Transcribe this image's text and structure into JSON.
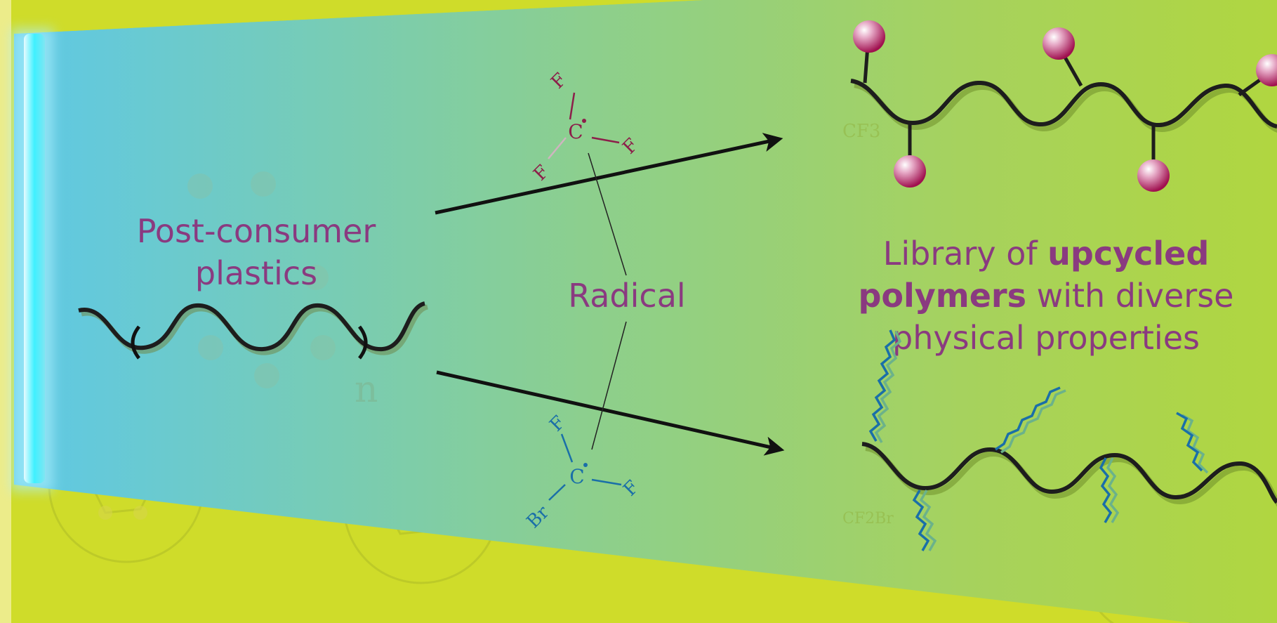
{
  "labels": {
    "source": [
      "Post-consumer",
      "plastics"
    ],
    "process": "Radical",
    "result_line1_normal": "Library of ",
    "result_line1_bold": "upcycled",
    "result_line2_bold": "polymers",
    "result_line2_normal": " with diverse",
    "result_line3": "physical properties"
  },
  "radical_cf3": {
    "center": "C",
    "substituents": [
      "F",
      "F",
      "F"
    ]
  },
  "radical_cf2br": {
    "center": "C",
    "substituents": [
      "F",
      "F",
      "Br"
    ]
  },
  "polymer_repeat": {
    "subscript": "n"
  },
  "background_marks": [
    "n",
    "CF3",
    "CF2Br"
  ],
  "colors": {
    "label": "#8a3a80",
    "cf3_atoms": "#8c1f4a",
    "cf2br_atoms": "#1a6fa8",
    "background": "#cfdc2a",
    "beam_start": "#5ec8e6",
    "beam_end": "#a8d25a",
    "bead": "#b0105a",
    "side_chain_blue": "#1a6fa8",
    "side_chain_green": "#6bb28a"
  }
}
